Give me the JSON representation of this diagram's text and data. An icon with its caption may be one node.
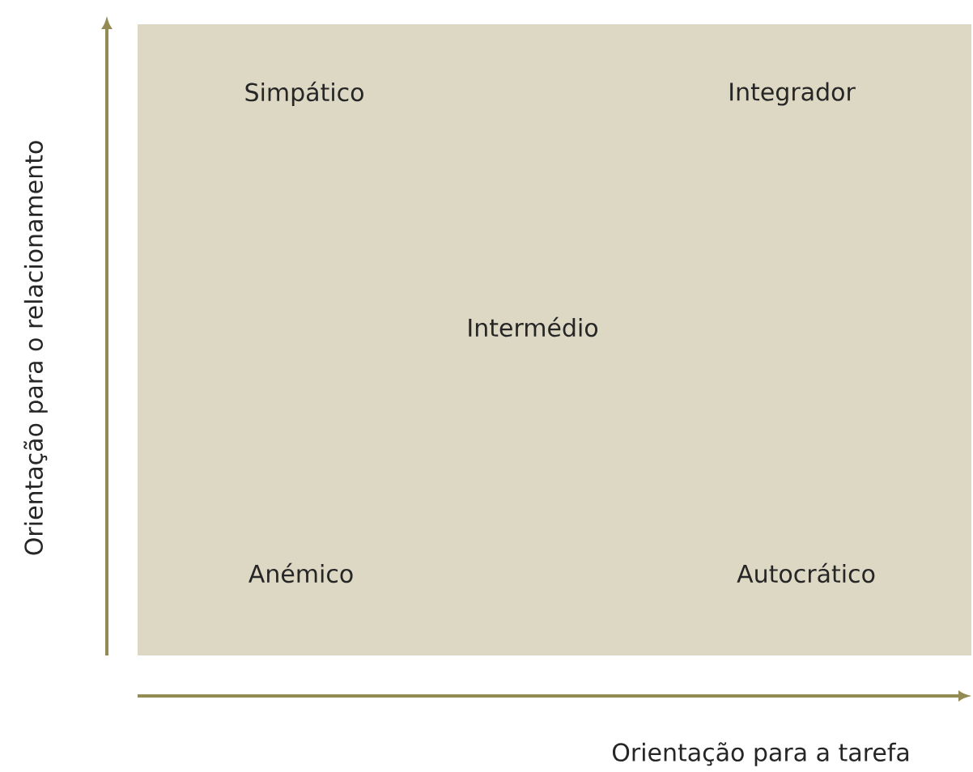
{
  "diagram": {
    "nodes": [
      {
        "text": [
          "Simpático",
          "Integrador",
          "Intermédio",
          "Anémico",
          "Autocrático"
        ]
      }
    ],
    "labels": [
      "Orientação para o relacionamento",
      "Orientação para a tarefa"
    ]
  }
}
